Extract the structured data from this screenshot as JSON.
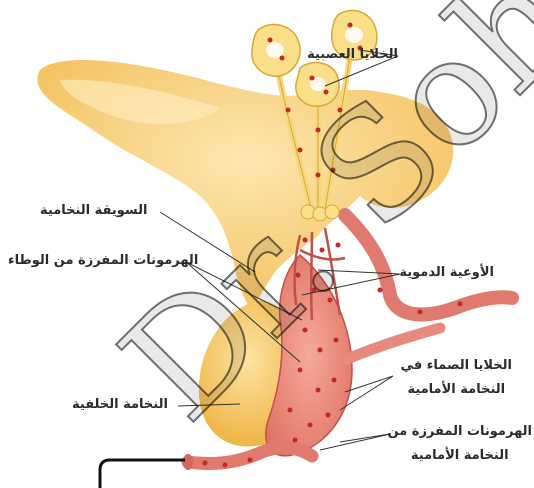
{
  "labels": {
    "neurons": "الخلايا العصبية",
    "stalk": "السويقة النخامية",
    "hypothalamic_hormones": "الهرمونات المفرزة من الوطاء",
    "blood_vessels": "الأوعية الدموية",
    "anterior_cells_line1": "الخلايا الصماء في",
    "anterior_cells_line2": "النخامة الأمامية",
    "posterior_pituitary": "النخامة الخلفية",
    "anterior_hormones_line1": "الهرمونات المفرزة من",
    "anterior_hormones_line2": "النخامة الأمامية"
  },
  "watermark": "Dr. Soha",
  "colors": {
    "tissue_yellow": "#f5c96b",
    "tissue_light": "#fbe2a5",
    "vessel_red": "#e07a6e",
    "vessel_dark": "#c0504a",
    "dot_red": "#c0282a"
  }
}
